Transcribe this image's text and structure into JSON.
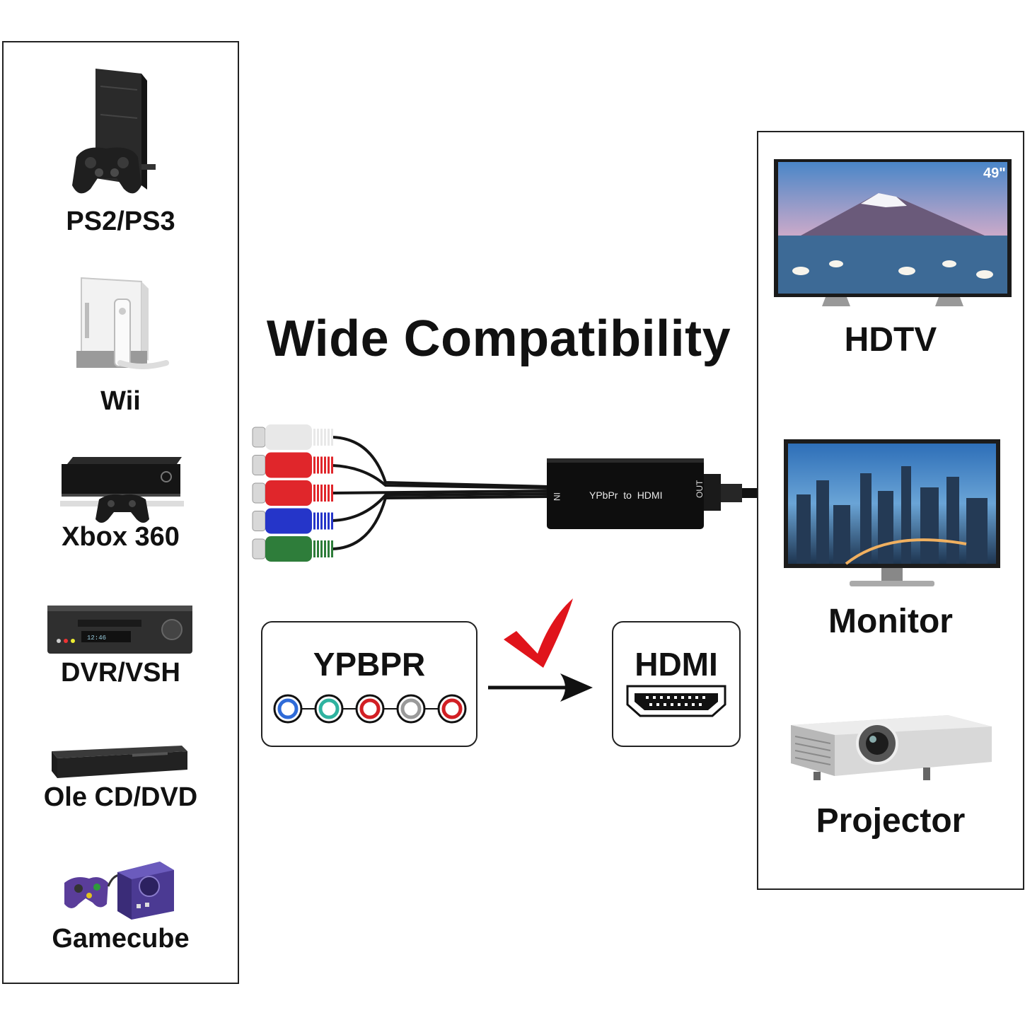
{
  "title": "Wide Compatibility",
  "sources": [
    {
      "label": "PS2/PS3",
      "icon": "game-console-icon"
    },
    {
      "label": "Wii",
      "icon": "game-console-icon"
    },
    {
      "label": "Xbox 360",
      "icon": "game-console-icon"
    },
    {
      "label": "DVR/VSH",
      "icon": "vcr-icon"
    },
    {
      "label": "Ole CD/DVD",
      "icon": "dvd-player-icon"
    },
    {
      "label": "Gamecube",
      "icon": "game-console-icon"
    }
  ],
  "displays": [
    {
      "label": "HDTV",
      "icon": "tv-icon",
      "screen_badge": "49\""
    },
    {
      "label": "Monitor",
      "icon": "monitor-icon"
    },
    {
      "label": "Projector",
      "icon": "projector-icon"
    }
  ],
  "adapter": {
    "label": "YPbPr  to  HDMI",
    "in_label": "IN",
    "out_label": "OUT"
  },
  "input_box": {
    "label": "YPBPR",
    "jack_colors": [
      "#2f6bd8",
      "#2fb3a0",
      "#d21f24",
      "#9a9a9a",
      "#d21f24"
    ]
  },
  "output_box": {
    "label": "HDMI"
  },
  "cable_colors": [
    "#e8e8e8",
    "#e0262b",
    "#e0262b",
    "#2535c9",
    "#2e7d3a"
  ],
  "accent": "#e0141b"
}
